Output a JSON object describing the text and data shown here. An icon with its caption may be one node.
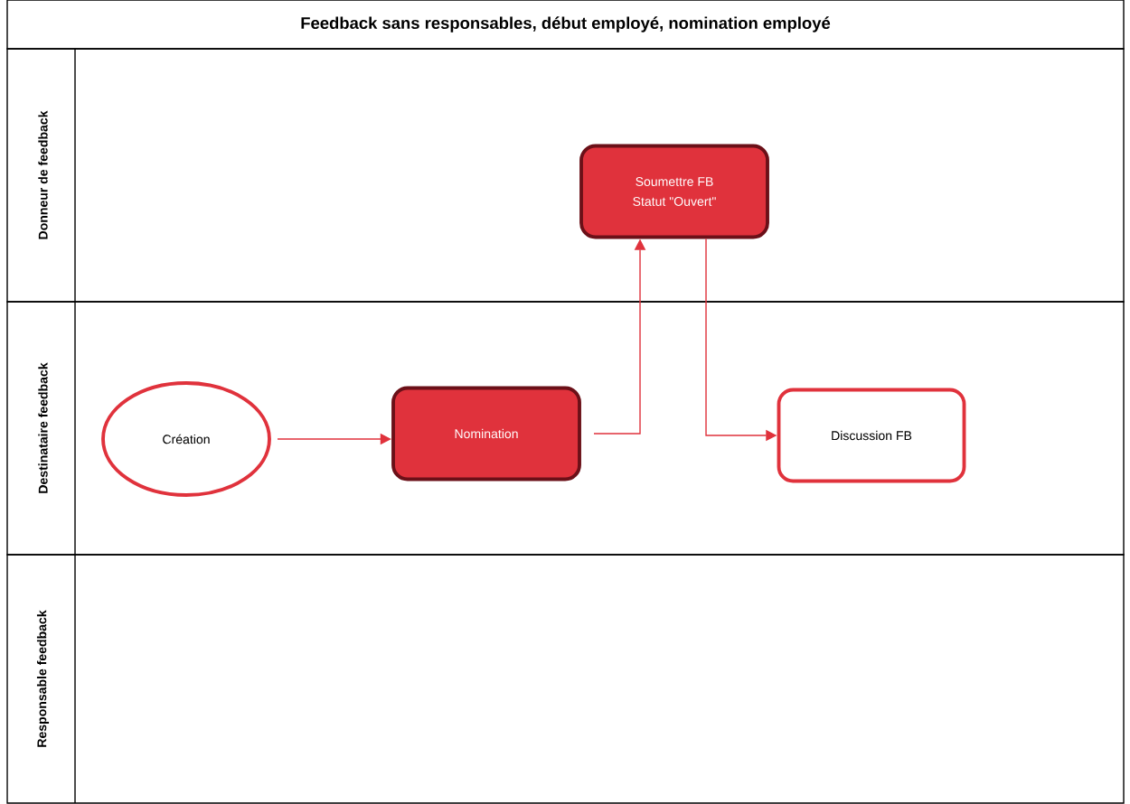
{
  "diagram": {
    "title": "Feedback sans responsables, début employé, nomination employé",
    "nodes": [
      {
        "text": [
          "Donneur de feedback"
        ]
      },
      {
        "text": [
          "Soumettre FB",
          "Statut \"Ouvert\""
        ],
        "in": 0
      },
      {
        "text": [
          "Destinataire feedback"
        ]
      },
      {
        "text": [
          "Création"
        ],
        "in": 2
      },
      {
        "text": [
          "Nomination"
        ],
        "in": 2
      },
      {
        "text": [
          "Discussion FB"
        ],
        "in": 2
      },
      {
        "text": [
          "Responsable feedback"
        ]
      }
    ],
    "edges": [
      {
        "from": 3,
        "to": 4,
        "arrow": "to"
      },
      {
        "from": 4,
        "to": 1,
        "arrow": "to"
      },
      {
        "from": 1,
        "to": 5,
        "arrow": "to"
      }
    ]
  }
}
